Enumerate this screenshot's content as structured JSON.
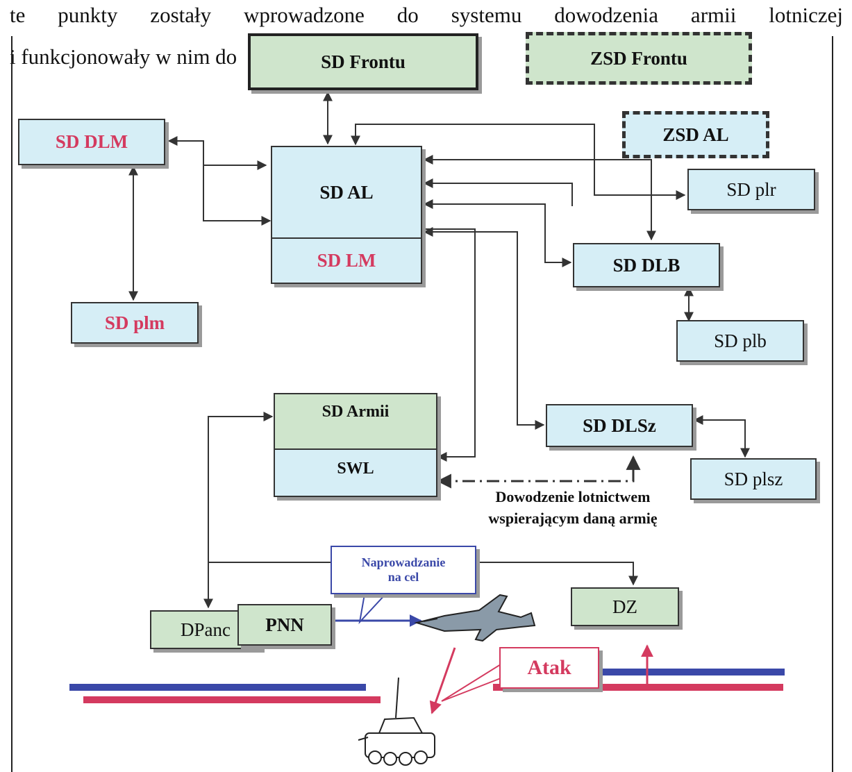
{
  "intro": {
    "line1": "te punkty zostały wprowadzone do systemu dowodzenia armii lotniczej",
    "line2": "i funkcjonowały w nim do"
  },
  "nodes": {
    "sd_frontu": "SD Frontu",
    "zsd_frontu": "ZSD Frontu",
    "zsd_al": "ZSD AL",
    "sd_dlm": "SD DLM",
    "sd_al": "SD AL",
    "sd_lm": "SD LM",
    "sd_plm": "SD plm",
    "sd_plr": "SD plr",
    "sd_dlb": "SD DLB",
    "sd_plb": "SD plb",
    "sd_armii": "SD Armii",
    "swl": "SWL",
    "sd_dlsz": "SD DLSz",
    "sd_plsz": "SD plsz",
    "dpanc": "DPanc",
    "pnn": "PNN",
    "dz": "DZ"
  },
  "labels": {
    "dowodzenie_line1": "Dowodzenie lotnictwem",
    "dowodzenie_line2": "wspierającym daną  armię",
    "naprowadzanie_line1": "Naprowadzanie",
    "naprowadzanie_line2": "na cel",
    "atak": "Atak"
  },
  "colors": {
    "box_blue": "#d6eef6",
    "box_green": "#cfe5cc",
    "red_text": "#d43a5f",
    "blue_line": "#3a48a8",
    "red_line": "#d43a5f"
  }
}
